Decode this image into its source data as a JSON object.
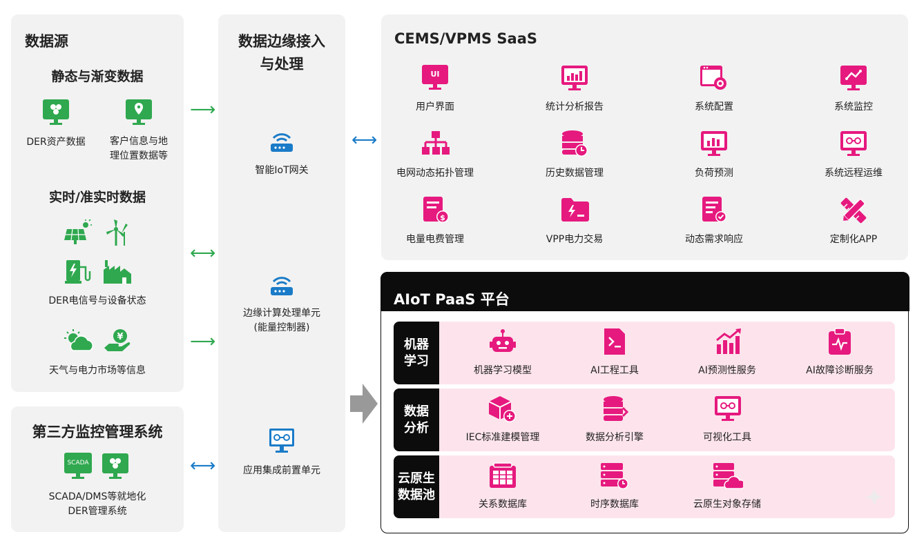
{
  "colors": {
    "green": "#2fa84f",
    "pink": "#e6197e",
    "blue": "#1a7bc8",
    "dark": "#0c0c0c",
    "rowbg": "#fde4ec",
    "panel": "#f2f2f2"
  },
  "data_source": {
    "title": "数据源",
    "static": {
      "title": "静态与渐变数据",
      "items": [
        {
          "icon": "monitor-cluster-icon",
          "label": "DER资产数据"
        },
        {
          "icon": "monitor-location-icon",
          "label_lines": [
            "客户信息与地",
            "理位置数据等"
          ]
        }
      ]
    },
    "realtime": {
      "title": "实时/准实时数据",
      "icons": [
        "solar-panel-icon",
        "wind-turbine-icon",
        "ev-charger-icon",
        "factory-home-icon"
      ],
      "label": "DER电信号与设备状态",
      "weather_icons": [
        "weather-icon",
        "money-hand-icon"
      ],
      "weather_label": "天气与电力市场等信息"
    }
  },
  "third_party": {
    "title": "第三方监控管理系统",
    "scada_text": "SCADA",
    "label_lines": [
      "SCADA/DMS等就地化",
      "DER管理系统"
    ]
  },
  "edge": {
    "title_lines": [
      "数据边缘接入",
      "与处理"
    ],
    "items": [
      {
        "icon": "router-icon",
        "label_lines": [
          "智能IoT网关"
        ]
      },
      {
        "icon": "router-icon",
        "label_lines": [
          "边缘计算处理单元",
          "(能量控制器)"
        ]
      },
      {
        "icon": "app-monitor-icon",
        "label_lines": [
          "应用集成前置单元"
        ]
      }
    ]
  },
  "saas": {
    "title": "CEMS/VPMS SaaS",
    "ui_text": "UI",
    "items": [
      {
        "icon": "ui-monitor-icon",
        "label": "用户界面"
      },
      {
        "icon": "stats-report-icon",
        "label": "统计分析报告"
      },
      {
        "icon": "system-config-icon",
        "label": "系统配置"
      },
      {
        "icon": "system-monitor-icon",
        "label": "系统监控"
      },
      {
        "icon": "topology-icon",
        "label": "电网动态拓扑管理"
      },
      {
        "icon": "history-db-icon",
        "label": "历史数据管理"
      },
      {
        "icon": "load-forecast-icon",
        "label": "负荷预测"
      },
      {
        "icon": "remote-ops-icon",
        "label": "系统远程运维"
      },
      {
        "icon": "billing-icon",
        "label": "电量电费管理"
      },
      {
        "icon": "vpp-trade-icon",
        "label": "VPP电力交易"
      },
      {
        "icon": "demand-response-icon",
        "label": "动态需求响应"
      },
      {
        "icon": "custom-app-icon",
        "label": "定制化APP"
      }
    ]
  },
  "paas": {
    "title": "AIoT PaaS 平台",
    "rows": [
      {
        "label_lines": [
          "机器",
          "学习"
        ],
        "items": [
          {
            "icon": "robot-icon",
            "label": "机器学习模型"
          },
          {
            "icon": "terminal-doc-icon",
            "label": "AI工程工具"
          },
          {
            "icon": "trend-chart-icon",
            "label": "AI预测性服务"
          },
          {
            "icon": "diagnosis-clipboard-icon",
            "label": "AI故障诊断服务"
          }
        ]
      },
      {
        "label_lines": [
          "数据",
          "分析"
        ],
        "items": [
          {
            "icon": "cube-add-icon",
            "label": "IEC标准建模管理"
          },
          {
            "icon": "db-engine-icon",
            "label": "数据分析引擎"
          },
          {
            "icon": "visual-monitor-icon",
            "label": "可视化工具"
          }
        ]
      },
      {
        "label_lines": [
          "云原生",
          "数据池"
        ],
        "items": [
          {
            "icon": "relational-db-icon",
            "label": "关系数据库"
          },
          {
            "icon": "timeseries-db-icon",
            "label": "时序数据库"
          },
          {
            "icon": "cloud-storage-icon",
            "label": "云原生对象存储"
          }
        ]
      }
    ]
  },
  "arrows": [
    "right-arrow-icon",
    "double-arrow-icon",
    "right-arrow-icon",
    "double-arrow-icon",
    "double-arrow-icon",
    "big-right-arrow-icon"
  ]
}
